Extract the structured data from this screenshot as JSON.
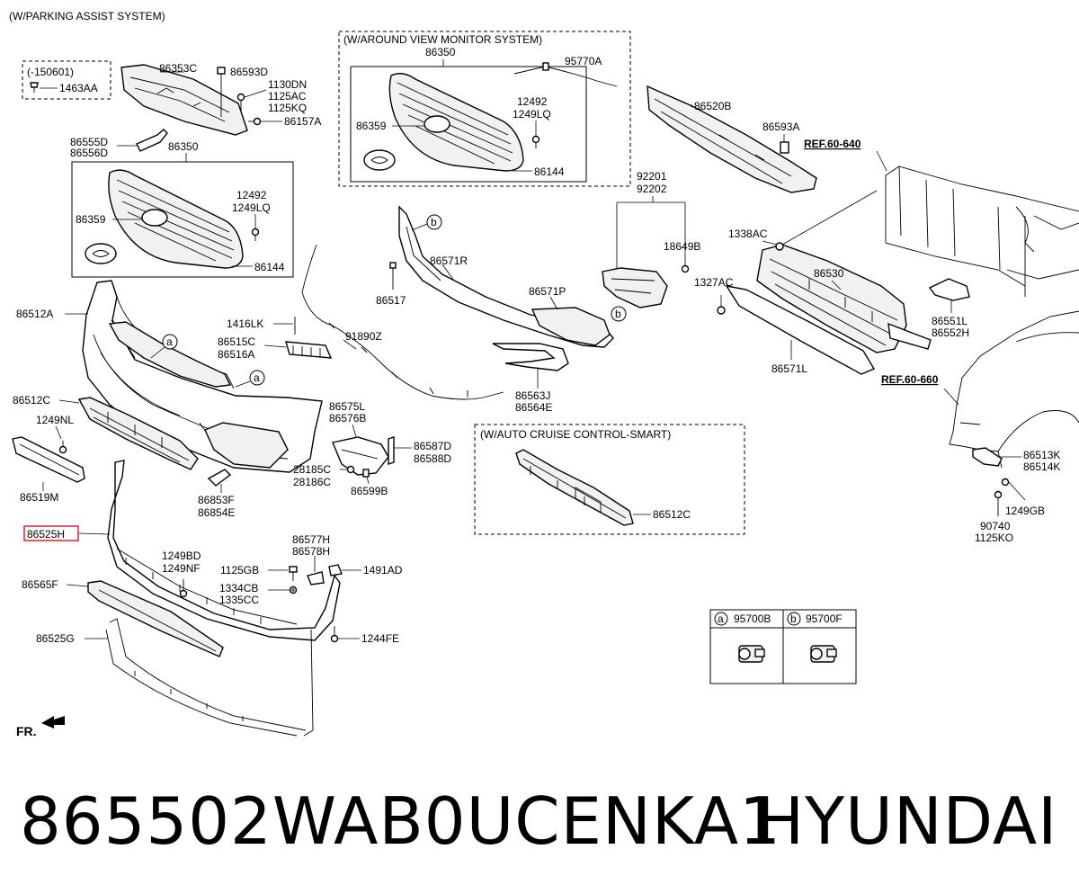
{
  "headers": {
    "main": "(W/PARKING ASSIST SYSTEM)",
    "avm": "(W/AROUND VIEW MONITOR SYSTEM)",
    "scc": "(W/AUTO CRUISE CONTROL-SMART)",
    "early": "(-150601)"
  },
  "labels": {
    "p1463AA": "1463AA",
    "p86353C": "86353C",
    "p86593D": "86593D",
    "p1130DN": "1130DN",
    "p1125AC": "1125AC",
    "p1125KQ": "1125KQ",
    "p86157A": "86157A",
    "p86555D": "86555D",
    "p86556D": "86556D",
    "p86350_a": "86350",
    "p12492_a": "12492",
    "p1249LQ_a": "1249LQ",
    "p86359_a": "86359",
    "p86144_a": "86144",
    "p86350_b": "86350",
    "p95770A": "95770A",
    "p12492_b": "12492",
    "p1249LQ_b": "1249LQ",
    "p86359_b": "86359",
    "p86144_b": "86144",
    "p86520B": "86520B",
    "p86593A": "86593A",
    "ref640": "REF.60-640",
    "p92201": "92201",
    "p92202": "92202",
    "p18649B": "18649B",
    "p1338AC": "1338AC",
    "p1327AC": "1327AC",
    "p86530": "86530",
    "p86551L": "86551L",
    "p86552H": "86552H",
    "p86571L": "86571L",
    "p86571R": "86571R",
    "p86517": "86517",
    "p86571P": "86571P",
    "p86512A": "86512A",
    "p1416LK": "1416LK",
    "p86515C": "86515C",
    "p86516A": "86516A",
    "p91890Z": "91890Z",
    "p86563J": "86563J",
    "p86564E": "86564E",
    "p86512C_a": "86512C",
    "p1249NL": "1249NL",
    "p86519M": "86519M",
    "p86575L": "86575L",
    "p86576B": "86576B",
    "p86587D": "86587D",
    "p86588D": "86588D",
    "p28185C": "28185C",
    "p28186C": "28186C",
    "p86599B": "86599B",
    "p86853F": "86853F",
    "p86854E": "86854E",
    "p86512C_b": "86512C",
    "ref660": "REF.60-660",
    "p86513K": "86513K",
    "p86514K": "86514K",
    "p1249GB": "1249GB",
    "p90740": "90740",
    "p1125KO": "1125KO",
    "p86525H": "86525H",
    "p86577H": "86577H",
    "p86578H": "86578H",
    "p1249BD": "1249BD",
    "p1249NF": "1249NF",
    "p1125GB": "1125GB",
    "p1491AD": "1491AD",
    "p1334CB": "1334CB",
    "p1335CC": "1335CC",
    "p86565F": "86565F",
    "p86525G": "86525G",
    "p1244FE": "1244FE",
    "fr": "FR."
  },
  "callouts": {
    "a": "a",
    "b": "b"
  },
  "legend": {
    "a_letter": "a",
    "a_part": "95700B",
    "b_letter": "b",
    "b_part": "95700F"
  },
  "highlight": {
    "part": "86525H",
    "color": "#e0202a"
  },
  "footer": {
    "part_number": "865502WAB0UCENKA1",
    "brand": "HYUNDAI"
  }
}
